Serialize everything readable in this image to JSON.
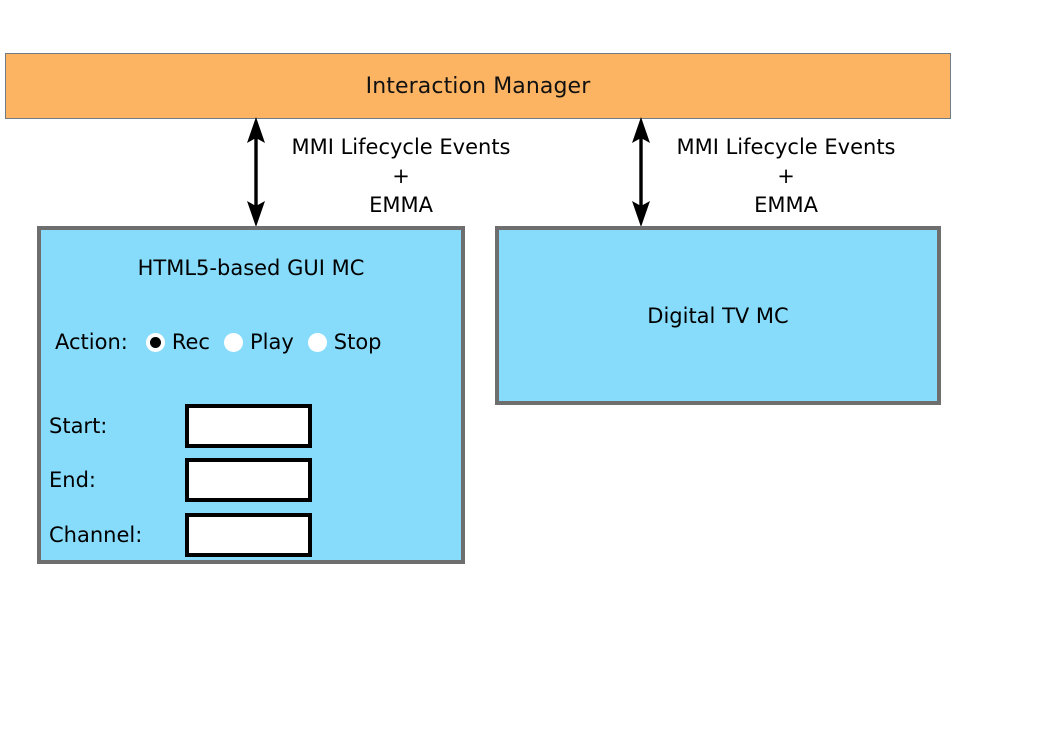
{
  "diagram": {
    "interaction_manager": {
      "title": "Interaction Manager",
      "fill_color": "#fdb462"
    },
    "connectors": [
      {
        "name": "im-to-gui",
        "icon": "double-headed-arrow-icon",
        "label_line1": "MMI Lifecycle Events",
        "label_line2": "+",
        "label_line3": "EMMA"
      },
      {
        "name": "im-to-tv",
        "icon": "double-headed-arrow-icon",
        "label_line1": "MMI Lifecycle Events",
        "label_line2": "+",
        "label_line3": "EMMA"
      }
    ],
    "gui_mc": {
      "title": "HTML5-based GUI MC",
      "fill_color": "#87dcfb",
      "border_color": "#6e6e6e",
      "action_label": "Action:",
      "radio_options": [
        {
          "label": "Rec",
          "checked": true
        },
        {
          "label": "Play",
          "checked": false
        },
        {
          "label": "Stop",
          "checked": false
        }
      ],
      "fields": [
        {
          "label": "Start:",
          "value": "",
          "placeholder": ""
        },
        {
          "label": "End:",
          "value": "",
          "placeholder": ""
        },
        {
          "label": "Channel:",
          "value": "",
          "placeholder": ""
        }
      ]
    },
    "tv_mc": {
      "title": "Digital TV MC",
      "fill_color": "#87dcfb",
      "border_color": "#6e6e6e"
    }
  }
}
